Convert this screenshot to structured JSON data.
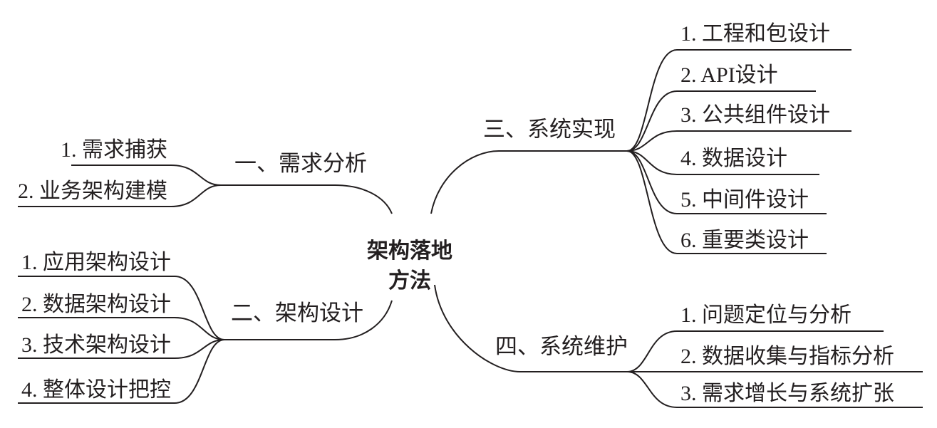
{
  "center": {
    "line1": "架构落地",
    "line2": "方法"
  },
  "branches": [
    {
      "label": "一、需求分析",
      "items": [
        "1. 需求捕获",
        "2. 业务架构建模"
      ]
    },
    {
      "label": "二、架构设计",
      "items": [
        "1. 应用架构设计",
        "2. 数据架构设计",
        "3. 技术架构设计",
        "4. 整体设计把控"
      ]
    },
    {
      "label": "三、系统实现",
      "items": [
        "1. 工程和包设计",
        "2. API设计",
        "3. 公共组件设计",
        "4. 数据设计",
        "5. 中间件设计",
        "6. 重要类设计"
      ]
    },
    {
      "label": "四、系统维护",
      "items": [
        "1. 问题定位与分析",
        "2. 数据收集与指标分析",
        "3. 需求增长与系统扩张"
      ]
    }
  ],
  "colors": {
    "ink": "#231f20",
    "background": "#ffffff"
  }
}
